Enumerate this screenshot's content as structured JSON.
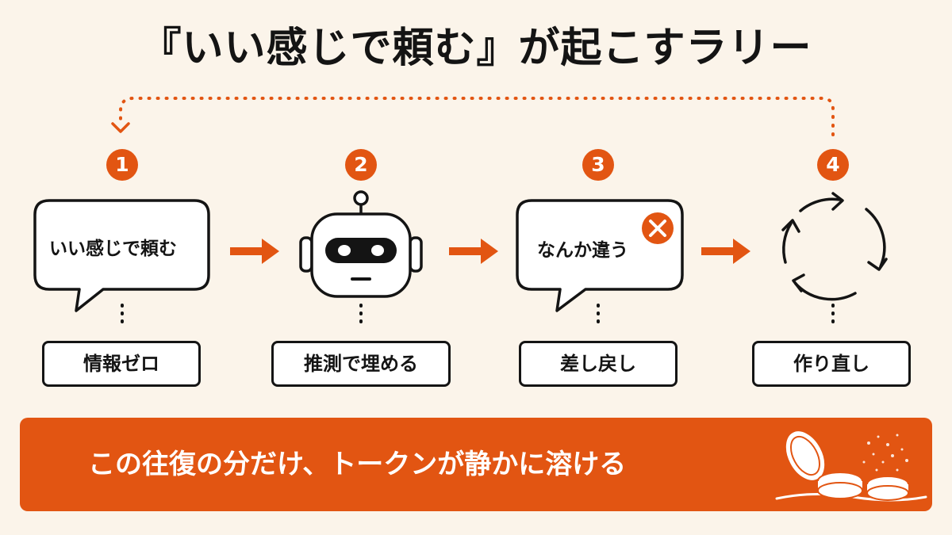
{
  "title": "『いい感じで頼む』が起こすラリー",
  "colors": {
    "accent": "#e25512",
    "background": "#fbf4ea",
    "ink": "#141414",
    "card": "#ffffff"
  },
  "steps": [
    {
      "number": "1",
      "icon": "speech-bubble-icon",
      "bubble_text": "いい感じで頼む",
      "label": "情報ゼロ"
    },
    {
      "number": "2",
      "icon": "robot-icon",
      "label": "推測で埋める"
    },
    {
      "number": "3",
      "icon": "speech-bubble-x-icon",
      "bubble_text": "なんか違う",
      "label": "差し戻し"
    },
    {
      "number": "4",
      "icon": "cycle-arrows-icon",
      "label": "作り直し"
    }
  ],
  "footer": {
    "text": "この往復の分だけ、トークンが静かに溶ける",
    "icon": "dissolving-coins-icon"
  }
}
